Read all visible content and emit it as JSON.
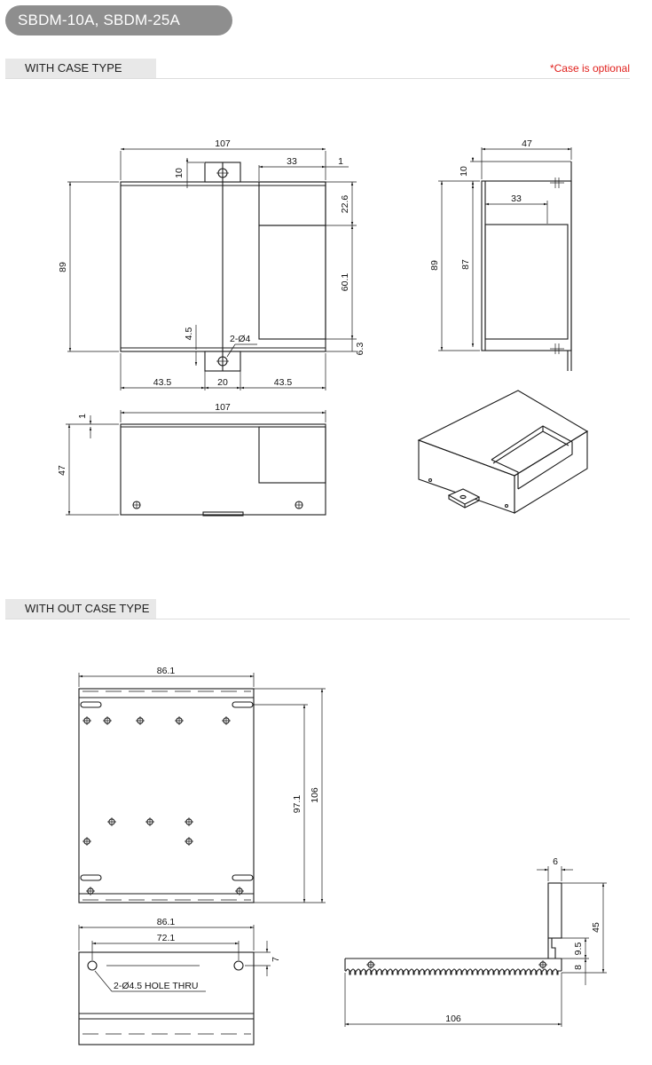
{
  "header": {
    "title": "SBDM-10A, SBDM-25A"
  },
  "sections": {
    "with_case": {
      "label": "WITH CASE TYPE",
      "note": "*Case is optional"
    },
    "without_case": {
      "label": "WITH OUT CASE TYPE"
    }
  },
  "dims": {
    "front": {
      "width": "107",
      "top_10": "10",
      "win_33": "33",
      "gap_1": "1",
      "h_22_6": "22.6",
      "h_60_1": "60.1",
      "h_6_3": "6.3",
      "height": "89",
      "h_4_5": "4.5",
      "hole": "2-Ø4",
      "b_43_5_l": "43.5",
      "b_20": "20",
      "b_43_5_r": "43.5"
    },
    "side": {
      "width": "47",
      "top_10": "10",
      "inner_33": "33",
      "h_89": "89",
      "h_87": "87"
    },
    "bottom": {
      "width": "107",
      "gap_1": "1",
      "height": "47"
    },
    "plate": {
      "width": "86.1",
      "h_97_1": "97.1",
      "h_106": "106"
    },
    "plate_side": {
      "width": "86.1",
      "pitch": "72.1",
      "off_7": "7",
      "hole": "2-Ø4.5 HOLE THRU"
    },
    "heatsink": {
      "top_6": "6",
      "h_45": "45",
      "h_9_5": "9.5",
      "h_8": "8",
      "length": "106"
    }
  }
}
